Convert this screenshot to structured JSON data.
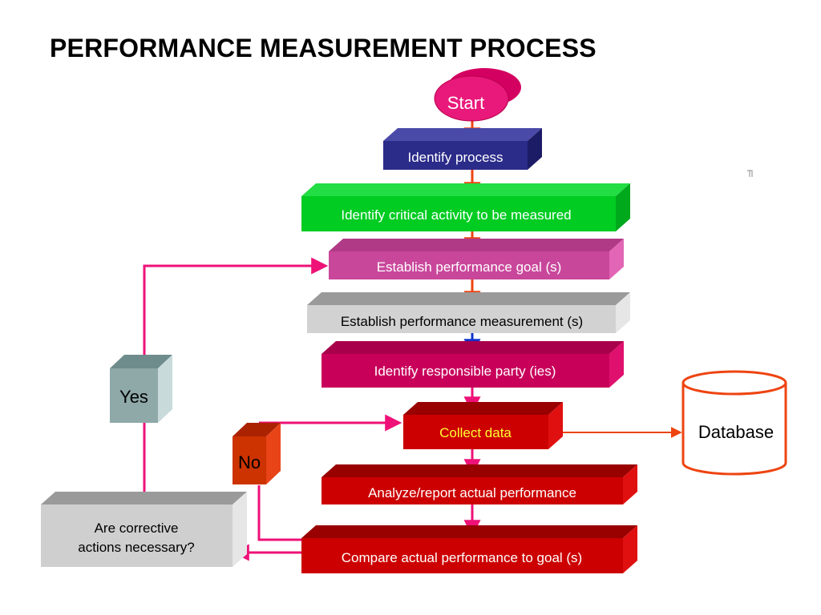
{
  "title": "PERFORMANCE MEASUREMENT PROCESS",
  "nodes": {
    "start": "Start",
    "identify_process": "Identify process",
    "identify_critical": "Identify critical activity to be measured",
    "establish_goal": "Establish performance goal (s)",
    "establish_measurement": "Establish performance measurement (s)",
    "identify_party": "Identify responsible party (ies)",
    "collect_data": "Collect data",
    "database": "Database",
    "analyze_report": "Analyze/report actual performance",
    "compare": "Compare actual performance to goal (s)",
    "corrective_line1": "Are corrective",
    "corrective_line2": "actions necessary?",
    "yes": "Yes",
    "no": "No"
  },
  "colors": {
    "navy": "#2b2b8a",
    "green": "#00cc22",
    "magenta": "#c9479b",
    "gray": "#d2d2d2",
    "crimson": "#c8005a",
    "red": "#cc0000",
    "teal_gray": "#8fa8a8",
    "connector_pink": "#ee1177",
    "connector_red": "#ee4411",
    "connector_blue": "#1133cc",
    "collect_text": "#ffff33"
  }
}
